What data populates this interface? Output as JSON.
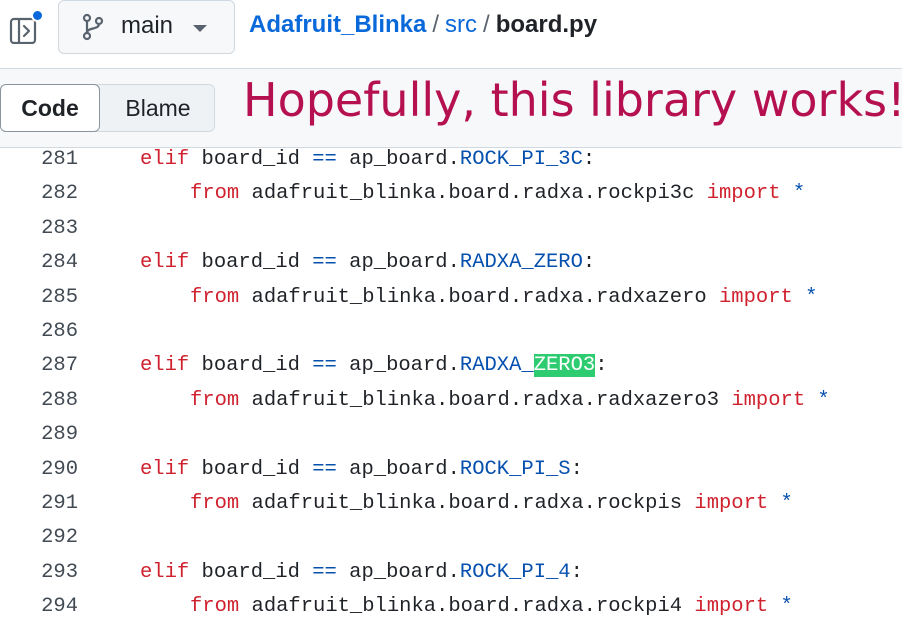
{
  "header": {
    "branch": "main",
    "repo": "Adafruit_Blinka",
    "sep1": "/",
    "dir": "src",
    "sep2": "/",
    "file": "board.py"
  },
  "toolbar": {
    "code_tab": "Code",
    "blame_tab": "Blame",
    "annotation": "Hopefully, this library works!"
  },
  "colors": {
    "accent": "#0969da",
    "annotation": "#b5104f",
    "highlight": "#2ecc71",
    "keyword": "#cf222e",
    "constant": "#0550ae"
  },
  "code": {
    "lines": [
      {
        "num": "281",
        "kw": "elif",
        "var": " board_id ",
        "op": "==",
        "obj": " ap_board.",
        "attr": "ROCK_PI_3C",
        "tail": ":"
      },
      {
        "num": "282",
        "kw": "from",
        "mod": " adafruit_blinka.board.radxa.rockpi3c ",
        "kw2": "import",
        "star": " *"
      },
      {
        "num": "283"
      },
      {
        "num": "284",
        "kw": "elif",
        "var": " board_id ",
        "op": "==",
        "obj": " ap_board.",
        "attr": "RADXA_ZERO",
        "tail": ":"
      },
      {
        "num": "285",
        "kw": "from",
        "mod": " adafruit_blinka.board.radxa.radxazero ",
        "kw2": "import",
        "star": " *"
      },
      {
        "num": "286"
      },
      {
        "num": "287",
        "kw": "elif",
        "var": " board_id ",
        "op": "==",
        "obj": " ap_board.",
        "attr": "RADXA_",
        "attr_hl": "ZERO3",
        "tail": ":"
      },
      {
        "num": "288",
        "kw": "from",
        "mod": " adafruit_blinka.board.radxa.radxazero3 ",
        "kw2": "import",
        "star": " *"
      },
      {
        "num": "289"
      },
      {
        "num": "290",
        "kw": "elif",
        "var": " board_id ",
        "op": "==",
        "obj": " ap_board.",
        "attr": "ROCK_PI_S",
        "tail": ":"
      },
      {
        "num": "291",
        "kw": "from",
        "mod": " adafruit_blinka.board.radxa.rockpis ",
        "kw2": "import",
        "star": " *"
      },
      {
        "num": "292"
      },
      {
        "num": "293",
        "kw": "elif",
        "var": " board_id ",
        "op": "==",
        "obj": " ap_board.",
        "attr": "ROCK_PI_4",
        "tail": ":"
      },
      {
        "num": "294",
        "kw": "from",
        "mod": " adafruit_blinka.board.radxa.rockpi4 ",
        "kw2": "import",
        "star": " *"
      }
    ]
  }
}
